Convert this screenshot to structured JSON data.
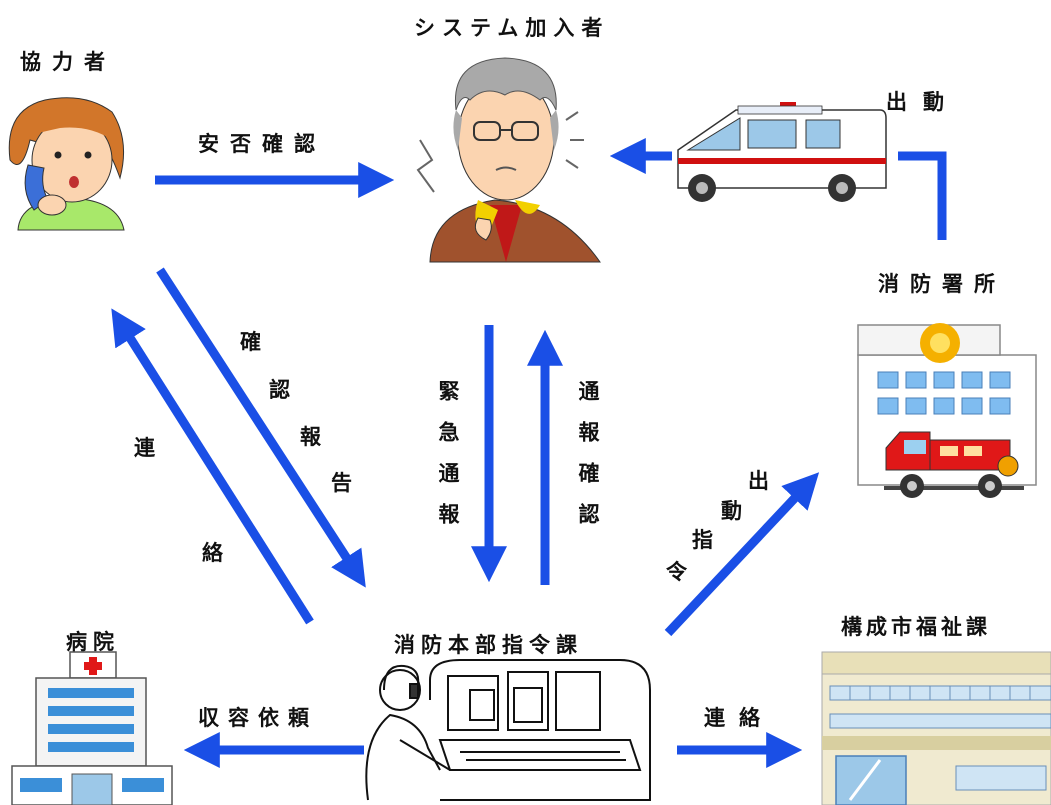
{
  "nodes": {
    "helper": "協力者",
    "subscriber": "システム加入者",
    "fire_station": "消防署所",
    "hq": "消防本部指令課",
    "hospital": "病院",
    "welfare": "構成市福祉課"
  },
  "edges": {
    "safety_check": "安否確認",
    "dispatch_top": "出動",
    "confirm_report": [
      "確",
      "認",
      "報",
      "告"
    ],
    "contact_left": [
      "連",
      "絡"
    ],
    "emergency_call": "緊急通報",
    "call_confirm": "通報確認",
    "dispatch_order": [
      "令",
      "指",
      "動",
      "出"
    ],
    "admission_request": "収容依頼",
    "contact_right": "連絡"
  },
  "colors": {
    "arrow": "#1a4fe6"
  },
  "icons": [
    "helper-person-icon",
    "elderly-subscriber-icon",
    "ambulance-icon",
    "fire-station-icon",
    "fire-truck-icon",
    "hospital-icon",
    "dispatcher-console-icon",
    "city-office-icon"
  ]
}
